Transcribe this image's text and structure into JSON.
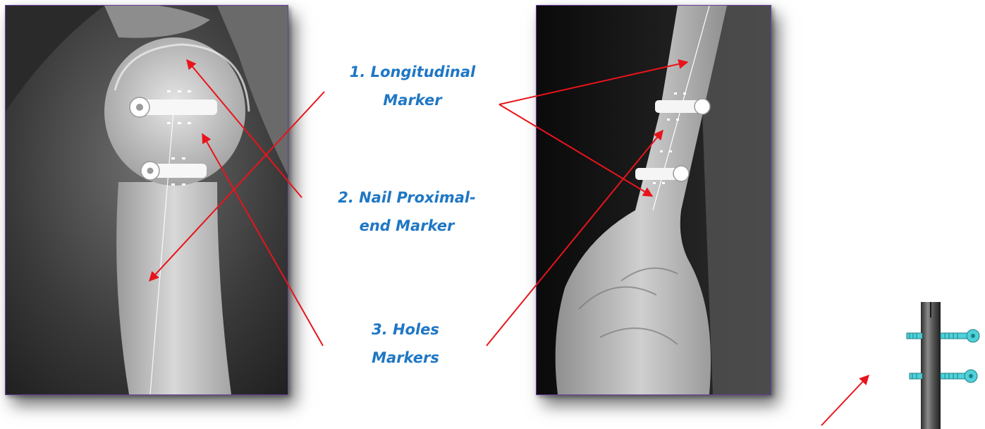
{
  "labels": {
    "longitudinal_line1": "1. Longitudinal",
    "longitudinal_line2": "Marker",
    "proximal_line1": "2. Nail Proximal-",
    "proximal_line2": "end Marker",
    "holes_line1": "3. Holes",
    "holes_line2": "Markers"
  },
  "colors": {
    "label_text": "#1f77c4",
    "arrow": "#e8141b",
    "frame_border": "#6a3fa0",
    "screw_teal": "#4fd1d9"
  },
  "images": {
    "left": "shoulder-humerus-xray",
    "right": "distal-femur-xray",
    "implant": "intramedullary-nail-with-screws"
  }
}
